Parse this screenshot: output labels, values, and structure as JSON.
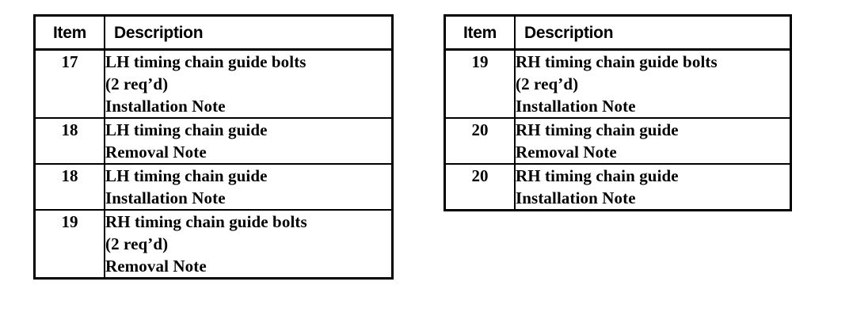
{
  "document": {
    "background_color": "#ffffff",
    "text_color": "#000000",
    "border_color": "#000000"
  },
  "tables": [
    {
      "id": "table-left",
      "name": "left-parts-table",
      "columns": [
        {
          "key": "item",
          "label": "Item"
        },
        {
          "key": "description",
          "label": "Description"
        }
      ],
      "rows": [
        {
          "item": "17",
          "lines": [
            "LH timing chain guide bolts",
            "(2 req’d)",
            "Installation Note"
          ]
        },
        {
          "item": "18",
          "lines": [
            "LH timing chain guide",
            "Removal Note"
          ]
        },
        {
          "item": "18",
          "lines": [
            "LH timing chain guide",
            "Installation Note"
          ]
        },
        {
          "item": "19",
          "lines": [
            "RH timing chain guide bolts",
            "(2 req’d)",
            "Removal Note"
          ]
        }
      ]
    },
    {
      "id": "table-right",
      "name": "right-parts-table",
      "columns": [
        {
          "key": "item",
          "label": "Item"
        },
        {
          "key": "description",
          "label": "Description"
        }
      ],
      "rows": [
        {
          "item": "19",
          "lines": [
            "RH timing chain guide bolts",
            "(2 req’d)",
            "Installation Note"
          ]
        },
        {
          "item": "20",
          "lines": [
            "RH timing chain guide",
            "Removal Note"
          ]
        },
        {
          "item": "20",
          "lines": [
            "RH timing chain guide",
            "Installation Note"
          ]
        }
      ]
    }
  ]
}
